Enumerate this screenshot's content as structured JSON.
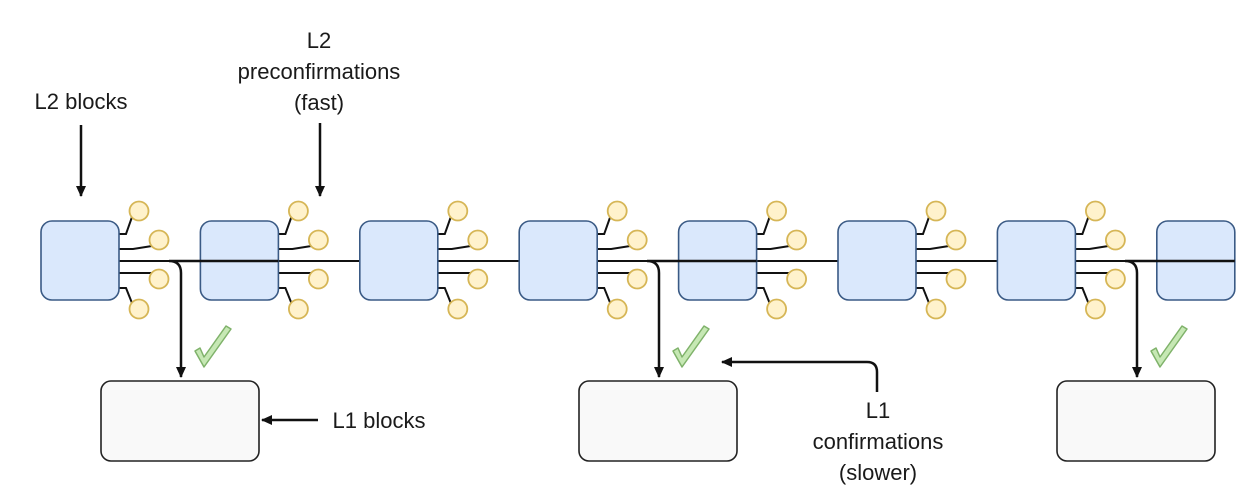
{
  "labels": {
    "l2_blocks": "L2 blocks",
    "l2_preconf": [
      "L2",
      "preconfirmations",
      "(fast)"
    ],
    "l1_blocks": "L1 blocks",
    "l1_conf": [
      "L1",
      "confirmations",
      "(slower)"
    ]
  },
  "colors": {
    "l2_block_fill": "#dae8fc",
    "l2_block_stroke": "#3a5a85",
    "preconf_fill": "#fff2cc",
    "preconf_stroke": "#d6b656",
    "l1_block_fill": "#f9f9f9",
    "l1_block_stroke": "#222222",
    "check_fill": "#c6e8b4",
    "check_stroke": "#7fb26a",
    "line": "#111111"
  },
  "diagram": {
    "l2_block_count": 8,
    "preconfirmations_per_block": 4,
    "l1_block_count": 3,
    "l1_posted_from_l2_blocks": [
      1,
      4,
      7
    ]
  },
  "icons": [
    "arrow-icon",
    "check-icon",
    "preconfirmation-dot-icon"
  ]
}
